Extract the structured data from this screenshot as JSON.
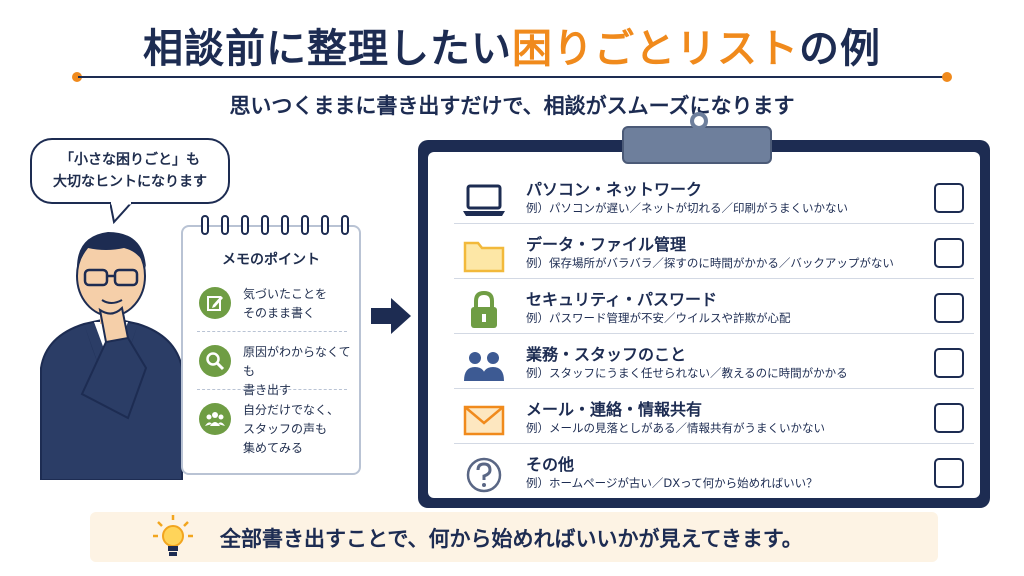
{
  "header": {
    "title_main": "相談前に整理したい",
    "title_highlight": "困りごとリスト",
    "title_suffix": "の例",
    "subtitle": "思いつくままに書き出すだけで、相談がスムーズになります"
  },
  "bubble": {
    "line1": "「小さな困りごと」も",
    "line2": "大切なヒントになります"
  },
  "memo": {
    "title": "メモのポイント",
    "items": [
      {
        "icon": "pencil-icon",
        "line1": "気づいたことを",
        "line2": "そのまま書く",
        "line3": ""
      },
      {
        "icon": "magnifier-icon",
        "line1": "原因がわからなくても",
        "line2": "書き出す",
        "line3": ""
      },
      {
        "icon": "people-icon",
        "line1": "自分だけでなく、",
        "line2": "スタッフの声も",
        "line3": "集めてみる"
      }
    ]
  },
  "checklist": {
    "rows": [
      {
        "icon": "laptop-icon",
        "title": "パソコン・ネットワーク",
        "example": "例）パソコンが遅い／ネットが切れる／印刷がうまくいかない"
      },
      {
        "icon": "folder-icon",
        "title": "データ・ファイル管理",
        "example": "例）保存場所がバラバラ／探すのに時間がかかる／バックアップがない"
      },
      {
        "icon": "lock-icon",
        "title": "セキュリティ・パスワード",
        "example": "例）パスワード管理が不安／ウイルスや詐欺が心配"
      },
      {
        "icon": "staff-icon",
        "title": "業務・スタッフのこと",
        "example": "例）スタッフにうまく任せられない／教えるのに時間がかかる"
      },
      {
        "icon": "mail-icon",
        "title": "メール・連絡・情報共有",
        "example": "例）メールの見落としがある／情報共有がうまくいかない"
      },
      {
        "icon": "question-icon",
        "title": "その他",
        "example": "例）ホームページが古い／DXって何から始めればいい？"
      }
    ]
  },
  "footer": {
    "text": "全部書き出すことで、何から始めればいいかが見えてきます。"
  },
  "colors": {
    "navy": "#1d2c52",
    "orange": "#f08a1c",
    "green": "#6f9d44",
    "cream": "#fdf3e4"
  }
}
